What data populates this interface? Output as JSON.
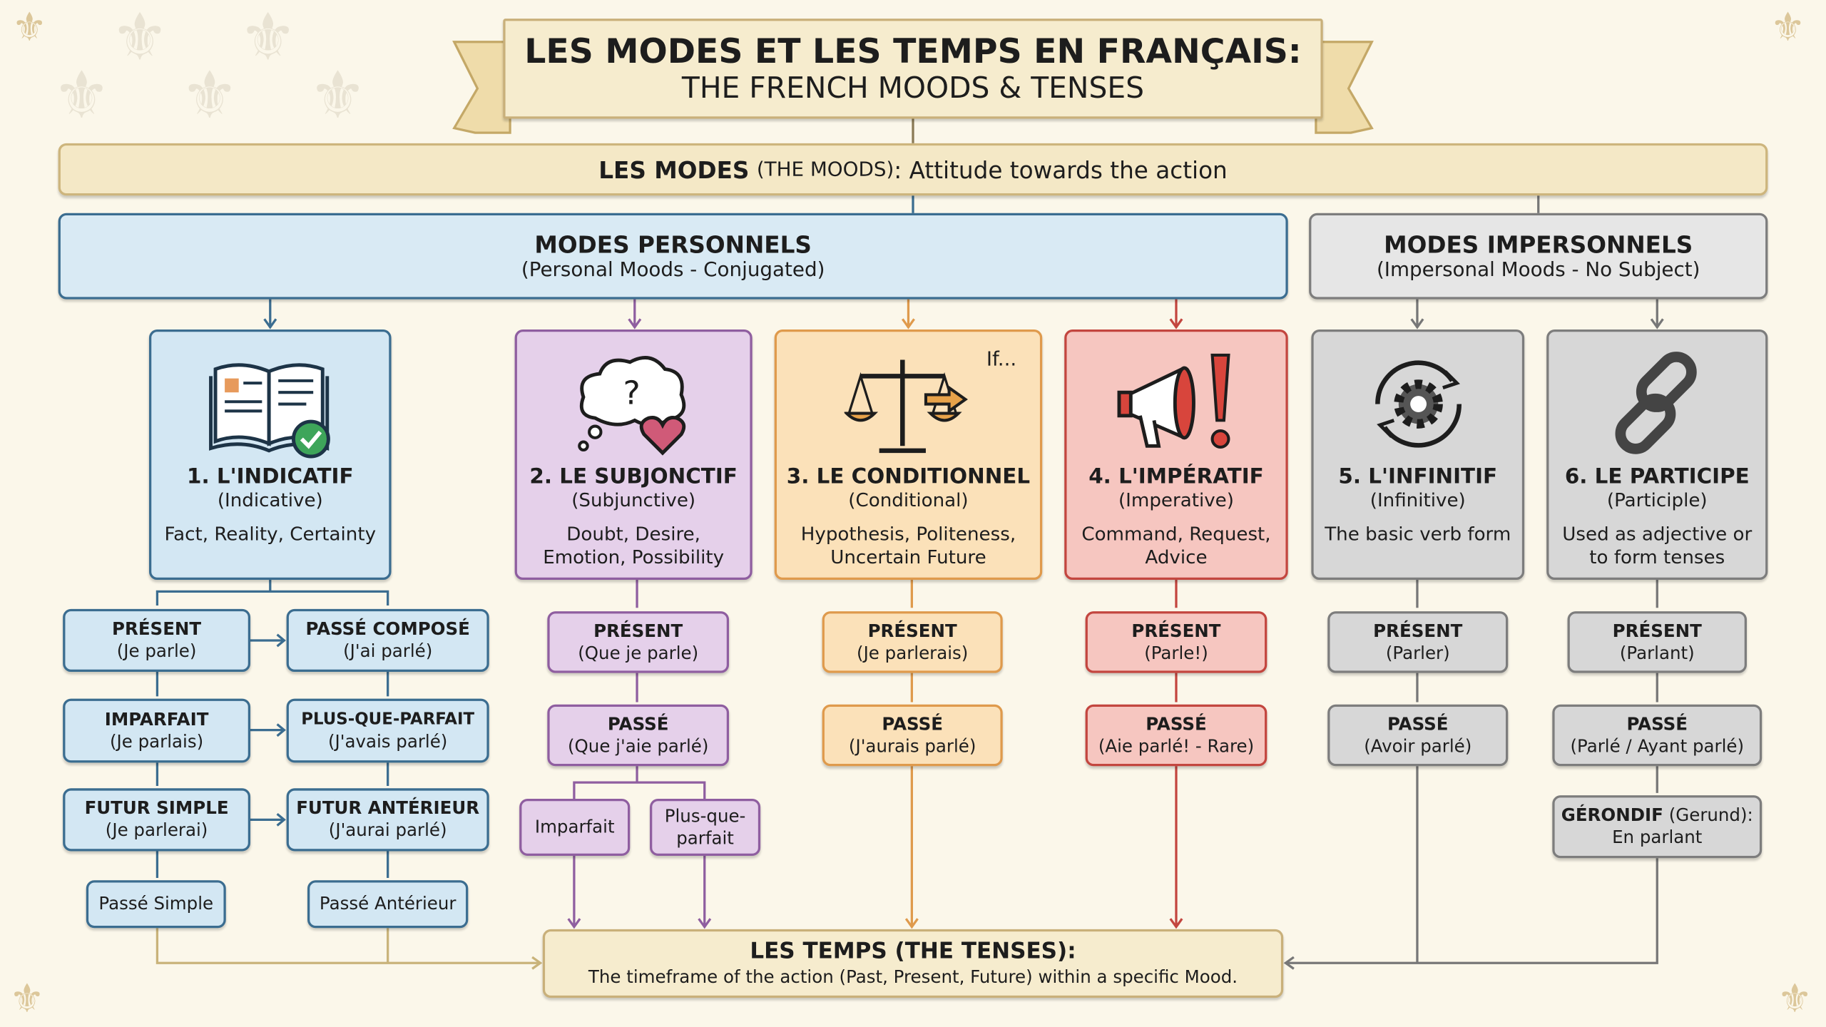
{
  "title": {
    "line1": "LES MODES ET LES TEMPS EN FRANÇAIS:",
    "line2": "THE FRENCH MOODS & TENSES"
  },
  "modes_bar": {
    "bold": "LES MODES",
    "paren": "(THE MOODS)",
    "rest": ": Attitude towards the action"
  },
  "personnels": {
    "title": "MODES PERSONNELS",
    "subtitle": "(Personal Moods - Conjugated)"
  },
  "impersonnels": {
    "title": "MODES IMPERSONNELS",
    "subtitle": "(Impersonal Moods - No Subject)"
  },
  "moods": [
    {
      "name": "1. L'INDICATIF",
      "en": "(Indicative)",
      "desc": "Fact, Reality, Certainty",
      "icon": "open-book-check-icon"
    },
    {
      "name": "2. LE SUBJONCTIF",
      "en": "(Subjunctive)",
      "desc": "Doubt, Desire, Emotion, Possibility",
      "icon": "thought-cloud-heart-icon"
    },
    {
      "name": "3. LE CONDITIONNEL",
      "en": "(Conditional)",
      "desc": "Hypothesis, Politeness, Uncertain Future",
      "icon": "scales-icon",
      "icon_text": "If..."
    },
    {
      "name": "4. L'IMPÉRATIF",
      "en": "(Imperative)",
      "desc": "Command, Request, Advice",
      "icon": "megaphone-icon"
    },
    {
      "name": "5. L'INFINITIF",
      "en": "(Infinitive)",
      "desc": "The basic verb form",
      "icon": "gear-cycle-icon"
    },
    {
      "name": "6. LE PARTICIPE",
      "en": "(Participle)",
      "desc": "Used as adjective or to form tenses",
      "icon": "chain-link-icon"
    }
  ],
  "indicatif_tenses": [
    {
      "name": "PRÉSENT",
      "ex": "(Je parle)"
    },
    {
      "name": "PASSÉ COMPOSÉ",
      "ex": "(J'ai parlé)"
    },
    {
      "name": "IMPARFAIT",
      "ex": "(Je parlais)"
    },
    {
      "name": "PLUS-QUE-PARFAIT",
      "ex": "(J'avais parlé)"
    },
    {
      "name": "FUTUR SIMPLE",
      "ex": "(Je parlerai)"
    },
    {
      "name": "FUTUR ANTÉRIEUR",
      "ex": "(J'aurai parlé)"
    },
    {
      "name": "Passé Simple"
    },
    {
      "name": "Passé Antérieur"
    }
  ],
  "subjonctif_tenses": [
    {
      "name": "PRÉSENT",
      "ex": "(Que je parle)"
    },
    {
      "name": "PASSÉ",
      "ex": "(Que j'aie parlé)"
    },
    {
      "name": "Imparfait"
    },
    {
      "name": "Plus-que-parfait"
    }
  ],
  "conditionnel_tenses": [
    {
      "name": "PRÉSENT",
      "ex": "(Je parlerais)"
    },
    {
      "name": "PASSÉ",
      "ex": "(J'aurais parlé)"
    }
  ],
  "imperatif_tenses": [
    {
      "name": "PRÉSENT",
      "ex": "(Parle!)"
    },
    {
      "name": "PASSÉ",
      "ex": "(Aie parlé! - Rare)"
    }
  ],
  "infinitif_tenses": [
    {
      "name": "PRÉSENT",
      "ex": "(Parler)"
    },
    {
      "name": "PASSÉ",
      "ex": "(Avoir parlé)"
    }
  ],
  "participe_tenses": [
    {
      "name": "PRÉSENT",
      "ex": "(Parlant)"
    },
    {
      "name": "PASSÉ",
      "ex": "(Parlé / Ayant parlé)"
    },
    {
      "name": "GÉRONDIF",
      "paren": "(Gerund):",
      "ex": "En parlant"
    }
  ],
  "temps": {
    "title": "LES TEMPS (THE TENSES):",
    "desc": "The timeframe of the action (Past, Present, Future) within a specific Mood."
  },
  "colors": {
    "blue": "#3b6d90",
    "purple": "#8f5ea0",
    "orange": "#df9a4c",
    "red": "#c3463f",
    "gray": "#7d7d7d",
    "gold": "#c9b37a"
  }
}
